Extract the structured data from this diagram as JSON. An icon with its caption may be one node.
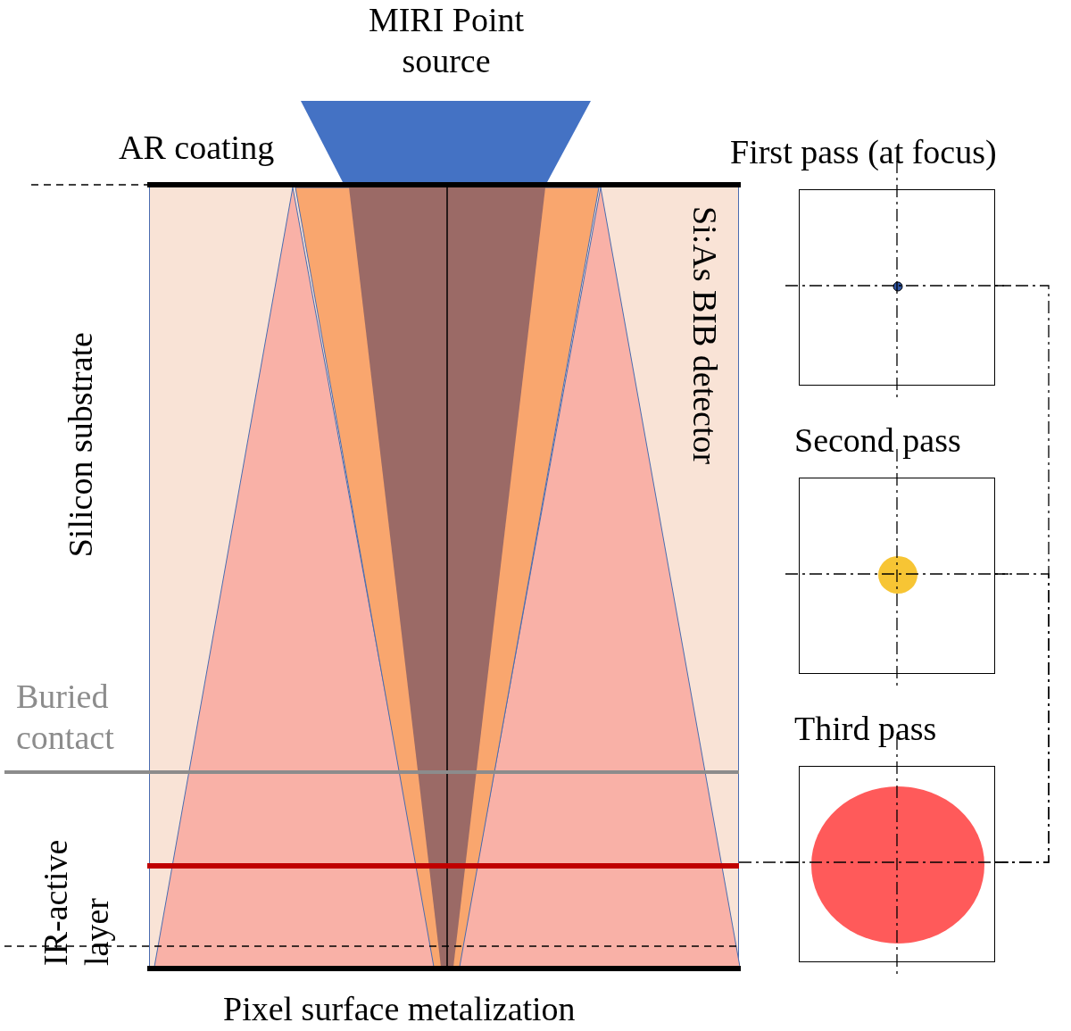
{
  "diagram": {
    "nodes": [
      {
        "text": [
          "MIRI Point source"
        ]
      },
      {
        "text": [
          "Si:As BIB detector"
        ]
      },
      {
        "text": [
          "First pass (at focus)"
        ]
      },
      {
        "text": [],
        "shape": "circle",
        "in": 2
      },
      {
        "text": [
          "Second pass"
        ]
      },
      {
        "text": [],
        "shape": "circle",
        "in": 4
      },
      {
        "text": [
          "Third pass"
        ]
      },
      {
        "text": [],
        "shape": "circle",
        "in": 6
      }
    ],
    "edges": [
      {
        "from": 1,
        "to": 6,
        "arrow": "none",
        "style": "dashed"
      },
      {
        "from": 6,
        "to": 2,
        "arrow": "none",
        "style": "dashed"
      },
      {
        "from": 6,
        "to": 4,
        "arrow": "none",
        "style": "dashed"
      }
    ],
    "labels": [
      "AR coating",
      "Silicon substrate",
      "Buried contact",
      "IR-active layer",
      "Pixel surface metalization"
    ]
  }
}
